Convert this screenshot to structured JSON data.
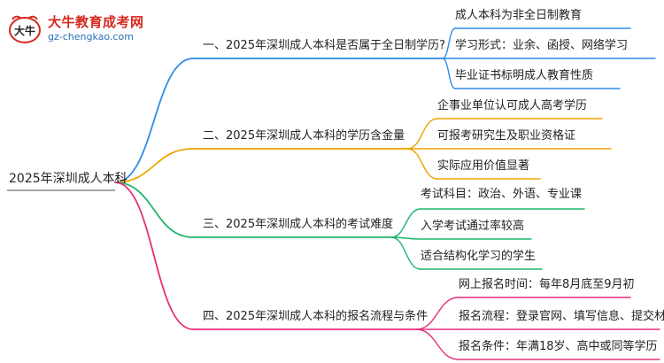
{
  "logo": {
    "name": "大牛教育成考网",
    "url": "gz-chengkao.com",
    "mark_text": "大牛"
  },
  "mindmap": {
    "root": "2025年深圳成人本科",
    "branches": [
      {
        "label": "一、2025年深圳成人本科是否属于全日制学历?",
        "color": "#2f8ae6",
        "leaves": [
          "成人本科为非全日制教育",
          "学习形式：业余、函授、网络学习",
          "毕业证书标明成人教育性质"
        ]
      },
      {
        "label": "二、2025年深圳成人本科的学历含金量",
        "color": "#f0a300",
        "leaves": [
          "企事业单位认可成人高考学历",
          "可报考研究生及职业资格证",
          "实际应用价值显著"
        ]
      },
      {
        "label": "三、2025年深圳成人本科的考试难度",
        "color": "#1fb56c",
        "leaves": [
          "考试科目：政治、外语、专业课",
          "入学考试通过率较高",
          "适合结构化学习的学生"
        ]
      },
      {
        "label": "四、2025年深圳成人本科的报名流程与条件",
        "color": "#e62f7a",
        "leaves": [
          "网上报名时间：每年8月底至9月初",
          "报名流程：登录官网、填写信息、提交材料",
          "报名条件：年满18岁、高中或同等学历"
        ]
      }
    ]
  }
}
